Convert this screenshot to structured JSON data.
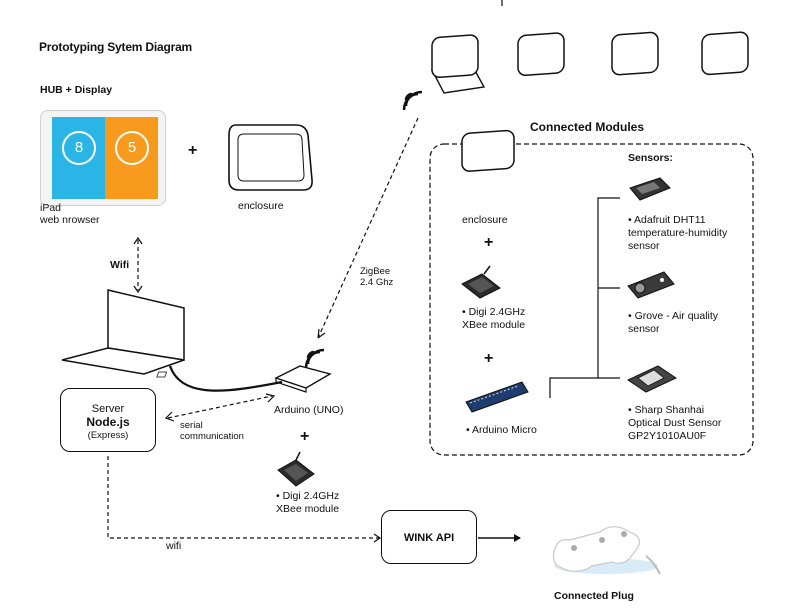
{
  "title": "Prototyping Sytem Diagram",
  "hub": {
    "heading": "HUB + Display",
    "ipad_label_1": "iPad",
    "ipad_label_2": "web nrowser",
    "tile_left_value": "8",
    "tile_right_value": "5",
    "enclosure_label": "enclosure",
    "plus": "+"
  },
  "links": {
    "wifi_top": "Wifi",
    "zigbee_1": "ZigBee",
    "zigbee_2": "2.4 Ghz",
    "serial_1": "serial",
    "serial_2": "communication",
    "wifi_bottom": "wifi"
  },
  "server": {
    "line1": "Server",
    "line2": "Node.js",
    "line3": "(Express)"
  },
  "arduino": {
    "label": "Arduino (UNO)",
    "plus": "+",
    "xbee_1": "• Digi 2.4GHz",
    "xbee_2": "XBee module"
  },
  "modules": {
    "heading": "Connected Modules",
    "enclosure_label": "enclosure",
    "plus": "+",
    "xbee_1": "• Digi 2.4GHz",
    "xbee_2": "XBee module",
    "micro_label": "• Arduino Micro",
    "sensors_heading": "Sensors:",
    "sensor1_1": "• Adafruit DHT11",
    "sensor1_2": "temperature-humidity",
    "sensor1_3": "sensor",
    "sensor2_1": "• Grove - Air quality",
    "sensor2_2": "sensor",
    "sensor3_1": "• Sharp Shanhai",
    "sensor3_2": "Optical Dust Sensor",
    "sensor3_3": "GP2Y1010AU0F"
  },
  "wink": {
    "label": "WINK API"
  },
  "plug": {
    "label": "Connected Plug"
  },
  "colors": {
    "tile_blue": "#2ab5e6",
    "tile_orange": "#f79a1d",
    "plug_glow": "#cfe6f5"
  }
}
